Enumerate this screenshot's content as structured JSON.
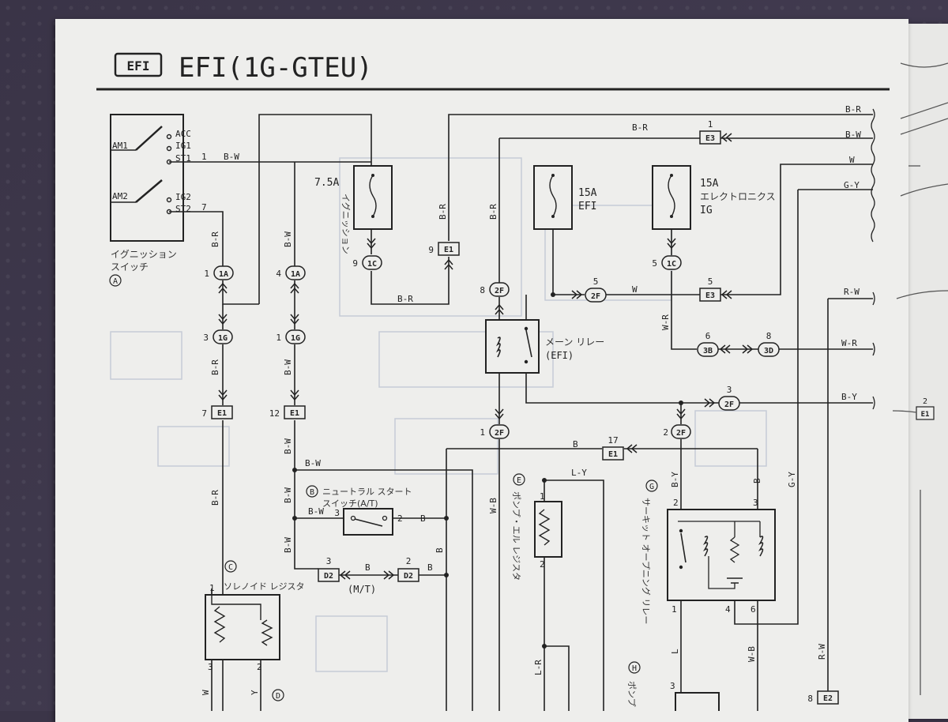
{
  "header": {
    "badge": "EFI",
    "title": "EFI(1G-GTEU)"
  },
  "ignition_switch": {
    "label_line1": "イグニッション",
    "label_line2": "スイッチ",
    "marker": "A",
    "terminals": [
      "AM1",
      "ACC",
      "IG1",
      "ST1",
      "AM2",
      "IG2",
      "ST2"
    ],
    "pin_st1": "1",
    "pin_st2": "7"
  },
  "fuses": {
    "ignition": {
      "rating": "7.5A",
      "label": "イグニッション"
    },
    "efi": {
      "rating": "15A",
      "label": "EFI"
    },
    "electronics": {
      "rating": "15A",
      "label_line1": "エレクトロニクス",
      "label_line2": "IG"
    }
  },
  "wires": [
    "B-R",
    "B-W",
    "W",
    "G-Y",
    "R-W",
    "W-R",
    "B-Y",
    "L-Y",
    "W-B",
    "B",
    "L",
    "Y",
    "L-R"
  ],
  "connectors": {
    "1A_a": {
      "pin": "1",
      "code": "1A"
    },
    "1A_b": {
      "pin": "4",
      "code": "1A"
    },
    "1G_a": {
      "pin": "3",
      "code": "1G"
    },
    "1G_b": {
      "pin": "1",
      "code": "1G"
    },
    "E1_a": {
      "pin": "7",
      "code": "E1"
    },
    "E1_b": {
      "pin": "12",
      "code": "E1"
    },
    "E1_c": {
      "pin": "9",
      "code": "E1"
    },
    "E1_d": {
      "pin": "17",
      "code": "E1"
    },
    "1C_a": {
      "pin": "9",
      "code": "1C"
    },
    "1C_b": {
      "pin": "5",
      "code": "1C"
    },
    "E3_a": {
      "pin": "1",
      "code": "E3"
    },
    "E3_b": {
      "pin": "5",
      "code": "E3"
    },
    "2F_a": {
      "pin": "8",
      "code": "2F"
    },
    "2F_b": {
      "pin": "5",
      "code": "2F"
    },
    "2F_c": {
      "pin": "3",
      "code": "2F"
    },
    "2F_d": {
      "pin": "1",
      "code": "2F"
    },
    "2F_e": {
      "pin": "2",
      "code": "2F"
    },
    "3B": {
      "pin": "6",
      "code": "3B"
    },
    "3D": {
      "pin": "8",
      "code": "3D"
    },
    "D2_a": {
      "pin": "3",
      "code": "D2"
    },
    "D2_b": {
      "pin": "2",
      "code": "D2"
    },
    "E2": {
      "pin": "8",
      "code": "E2"
    },
    "E1_side": {
      "pin": "2",
      "code": "E1"
    }
  },
  "components": {
    "main_relay": {
      "line1": "メーン リレー",
      "line2": "(EFI)"
    },
    "neutral_start": {
      "marker": "B",
      "line1": "ニュートラル スタート",
      "line2": "スイッチ(A/T)",
      "pin_left": "3",
      "pin_right": "2"
    },
    "mt": {
      "label": "(M/T)"
    },
    "pump_resistor": {
      "marker": "E",
      "label": "ポンプ・エル レジスタ",
      "pin_top": "1",
      "pin_bottom": "2"
    },
    "circuit_opening": {
      "marker": "G",
      "label": "サーキット オープニング リレー",
      "pins": [
        "2",
        "3",
        "1",
        "4",
        "6"
      ]
    },
    "solenoid": {
      "marker": "C",
      "label": "ソレノイド レジスタ",
      "pins": [
        "1",
        "3",
        "2"
      ]
    },
    "marker_d": {
      "marker": "D"
    },
    "pump_h": {
      "marker": "H",
      "label": "ポンプ",
      "pin": "3"
    }
  }
}
